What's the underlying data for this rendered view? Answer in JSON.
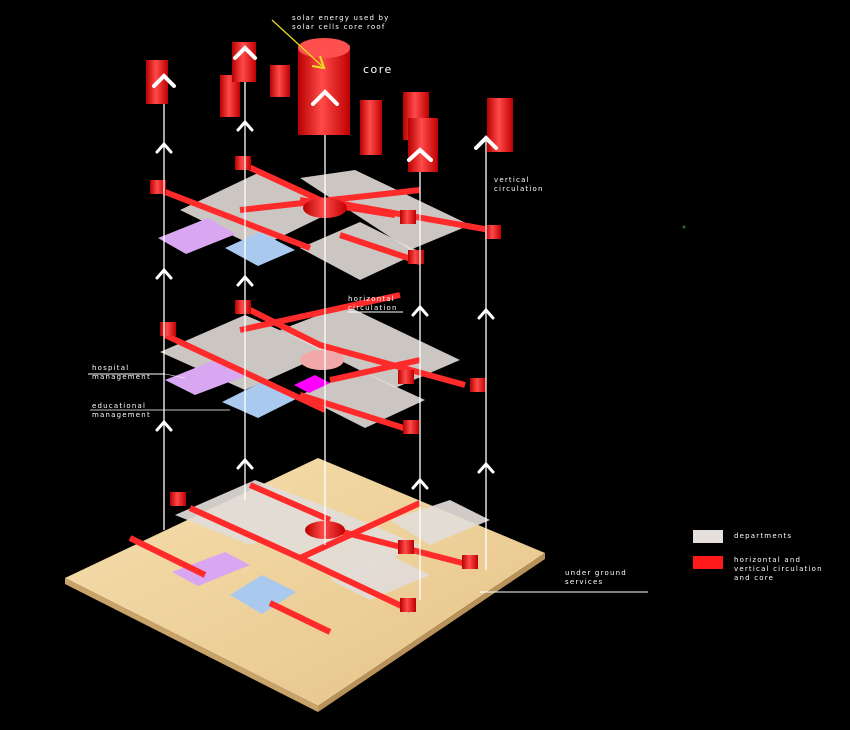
{
  "labels": {
    "solar": {
      "line1": "Solar energy used by",
      "line2": "solar cells core roof"
    },
    "core": "Core",
    "vertical": {
      "line1": "Vertical",
      "line2": "circulation"
    },
    "horizontal": {
      "line1": "Horizontal",
      "line2": "circulation"
    },
    "hospital": {
      "line1": "Hospital",
      "line2": "management"
    },
    "educational": {
      "line1": "Educational",
      "line2": "management"
    },
    "underground": {
      "line1": "Under ground",
      "line2": "services"
    }
  },
  "legend": [
    {
      "label": "Departments",
      "color": "#e6e0dc"
    },
    {
      "label": "Horizontal and vertical circulation and core",
      "label_lines": [
        "Horizontal and",
        "vertical circulation",
        "and core"
      ],
      "color": "#ff1a1a"
    }
  ],
  "colors": {
    "circulation": "#ff2a2a",
    "departments": "#dcd6d3",
    "ground": "#f0d49c",
    "hospital": "#d8a0f0",
    "educational": "#a8c8ee",
    "arrow": "#ffffff",
    "solar_arrow": "#e8e020"
  }
}
